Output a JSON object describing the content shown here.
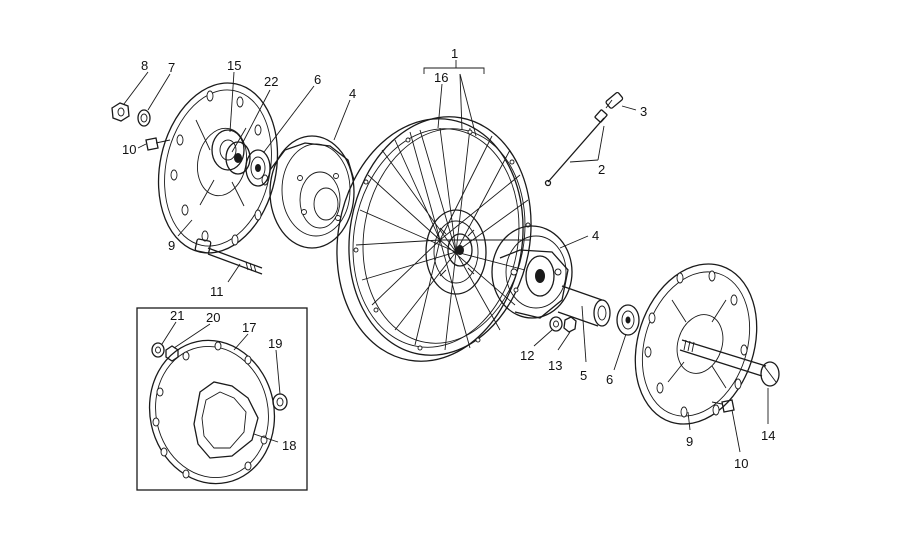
{
  "callouts": {
    "c1": "1",
    "c16": "16",
    "c2": "2",
    "c3": "3",
    "c8": "8",
    "c7": "7",
    "c15": "15",
    "c22": "22",
    "c6a": "6",
    "c4a": "4",
    "c10a": "10",
    "c9a": "9",
    "c11": "11",
    "c4b": "4",
    "c12": "12",
    "c13": "13",
    "c5": "5",
    "c6b": "6",
    "c9b": "9",
    "c10b": "10",
    "c14": "14",
    "c21": "21",
    "c20": "20",
    "c17": "17",
    "c19": "19",
    "c18": "18"
  }
}
